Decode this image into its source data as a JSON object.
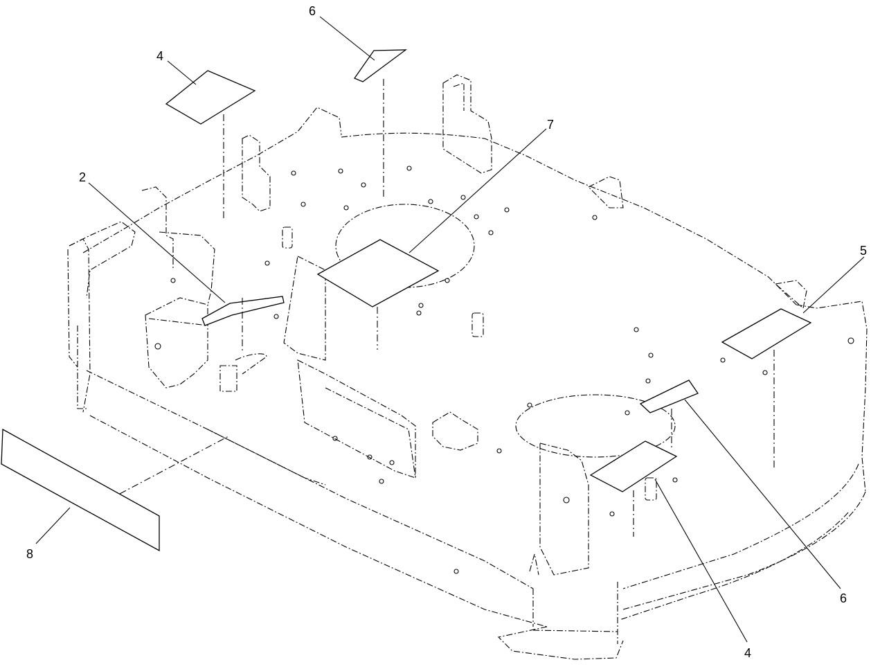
{
  "callouts": [
    {
      "label": "4"
    },
    {
      "label": "6"
    },
    {
      "label": "7"
    },
    {
      "label": "2"
    },
    {
      "label": "5"
    },
    {
      "label": "8"
    },
    {
      "label": "6"
    },
    {
      "label": "4"
    }
  ]
}
